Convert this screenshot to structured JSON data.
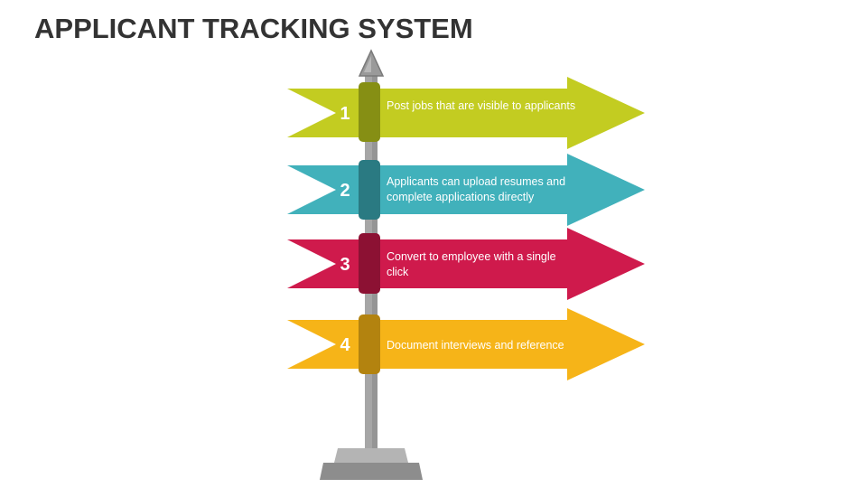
{
  "title": "APPLICANT TRACKING SYSTEM",
  "steps": [
    {
      "number": "1",
      "text": "Post jobs that are visible to applicants",
      "color": "#c3cc21",
      "band": "#868f14"
    },
    {
      "number": "2",
      "text": "Applicants can upload resumes and complete applications directly",
      "color": "#41b1bb",
      "band": "#2a7a82"
    },
    {
      "number": "3",
      "text": "Convert to employee with a single click",
      "color": "#cf1a4c",
      "band": "#8c1133"
    },
    {
      "number": "4",
      "text": "Document interviews and reference",
      "color": "#f6b418",
      "band": "#b3830f"
    }
  ],
  "colors": {
    "pole": "#a6a6a6",
    "pole_dark": "#8c8c8c",
    "base": "#8d8d8d",
    "base_top": "#b4b4b4",
    "title": "#333333"
  }
}
